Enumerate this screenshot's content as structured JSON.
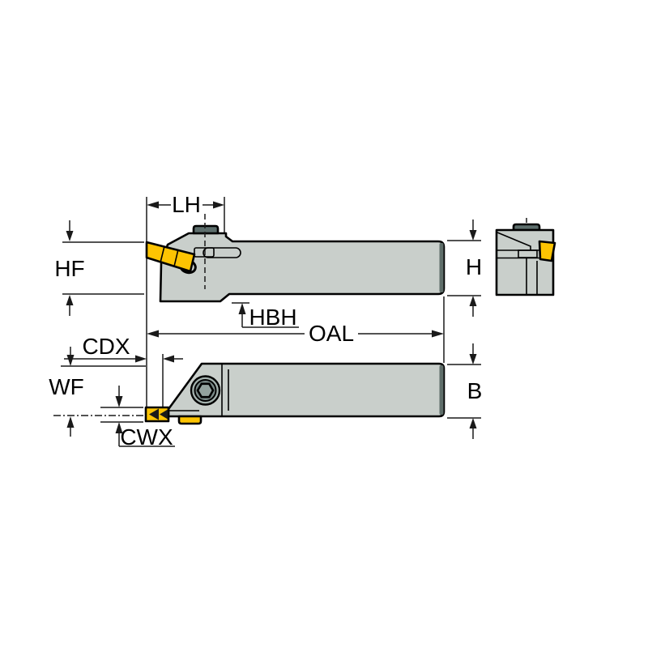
{
  "diagram": {
    "type": "tool-holder-dimension-drawing",
    "labels": {
      "lh": "LH",
      "hf": "HF",
      "hbh": "HBH",
      "oal": "OAL",
      "cdx": "CDX",
      "wf": "WF",
      "cwx": "CWX",
      "h": "H",
      "b": "B"
    }
  },
  "colors": {
    "background": "#ffffff",
    "line": "#1a1a1a",
    "body_gray": "#c9cfcb",
    "edge_cap_gray": "#5f6e6a",
    "dark_slate": "#5d6e6c",
    "insert_yellow": "#fdc402",
    "slot_white": "#ffffff",
    "screw_outer": "#a3b1ad",
    "screw_inner": "#7b8b89",
    "screw_hex_fill": "#93a29e"
  }
}
